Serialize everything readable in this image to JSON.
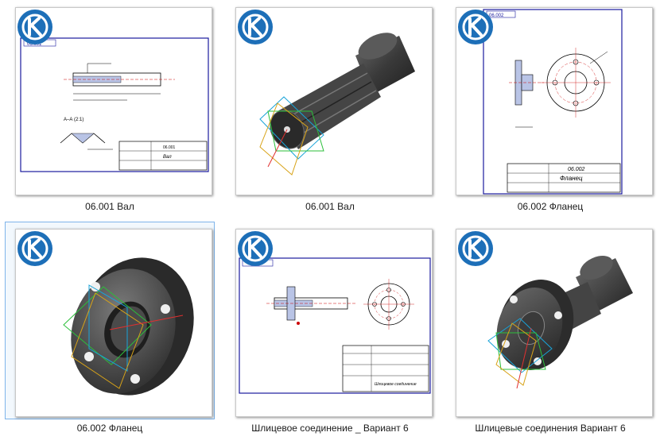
{
  "files": [
    {
      "name": "06.001 Вал",
      "kind": "drawing",
      "sheet_code": "06.001",
      "title_text": "Вал"
    },
    {
      "name": "06.001 Вал",
      "kind": "model"
    },
    {
      "name": "06.002 Фланец",
      "kind": "drawing",
      "sheet_code": "06.002",
      "title_text": "Фланец"
    },
    {
      "name": "06.002 Фланец",
      "kind": "model",
      "selected": true
    },
    {
      "name": "Шлицевое соединение _ Вариант 6",
      "kind": "drawing",
      "title_text": "Шлицевое соединение"
    },
    {
      "name": "Шлицевые соединения Вариант 6",
      "kind": "model"
    }
  ],
  "colors": {
    "frame_blue": "#1a1a9e",
    "logo_blue": "#1d6fb8",
    "selection_border": "#7eb4ea",
    "part_dark": "#3a3a3a"
  },
  "icons": {
    "app_logo": "kompas-logo-icon"
  }
}
